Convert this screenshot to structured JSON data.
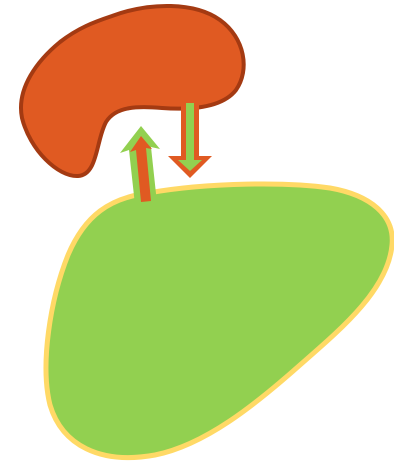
{
  "diagram": {
    "type": "exchange-between-two-shapes",
    "colors": {
      "background": "#ffffff",
      "upper_shape_fill": "#e05a22",
      "upper_shape_stroke": "#a43a12",
      "lower_shape_fill": "#92d050",
      "lower_shape_stroke": "#ffd966",
      "arrow_green": "#92d050",
      "arrow_orange": "#e05a22"
    },
    "shapes": [
      {
        "name": "upper-shape",
        "icon": "kidney-bean-shape"
      },
      {
        "name": "lower-shape",
        "icon": "rounded-blob-shape"
      }
    ],
    "arrows": [
      {
        "name": "upward-arrow",
        "direction": "up",
        "from": "lower-shape",
        "to": "upper-shape"
      },
      {
        "name": "downward-arrow",
        "direction": "down",
        "from": "upper-shape",
        "to": "lower-shape"
      }
    ]
  }
}
